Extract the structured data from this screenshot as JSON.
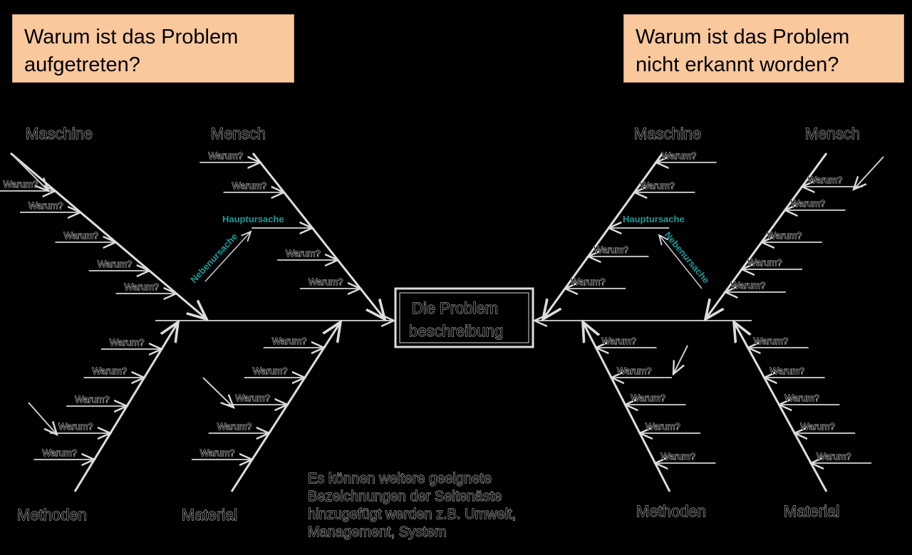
{
  "questions": {
    "left": "Warum ist das Problem aufgetreten?",
    "right": "Warum ist das Problem nicht erkannt worden?"
  },
  "categories": {
    "machine": "Maschine",
    "human": "Mensch",
    "methods": "Methoden",
    "material": "Material"
  },
  "why_label": "Warum?",
  "main_cause": "Hauptursache",
  "side_cause": "Nebenursache",
  "problem": {
    "line1": "Die Problem",
    "line2": "beschreibung"
  },
  "note": [
    "Es können weitere geeignete",
    "Bezeichnungen der Seitenäste",
    "hinzugefügt werden z.B. Umwelt,",
    "Management, System"
  ],
  "colors": {
    "question_box": "#f9c89c",
    "accent": "#1a9a9a"
  }
}
